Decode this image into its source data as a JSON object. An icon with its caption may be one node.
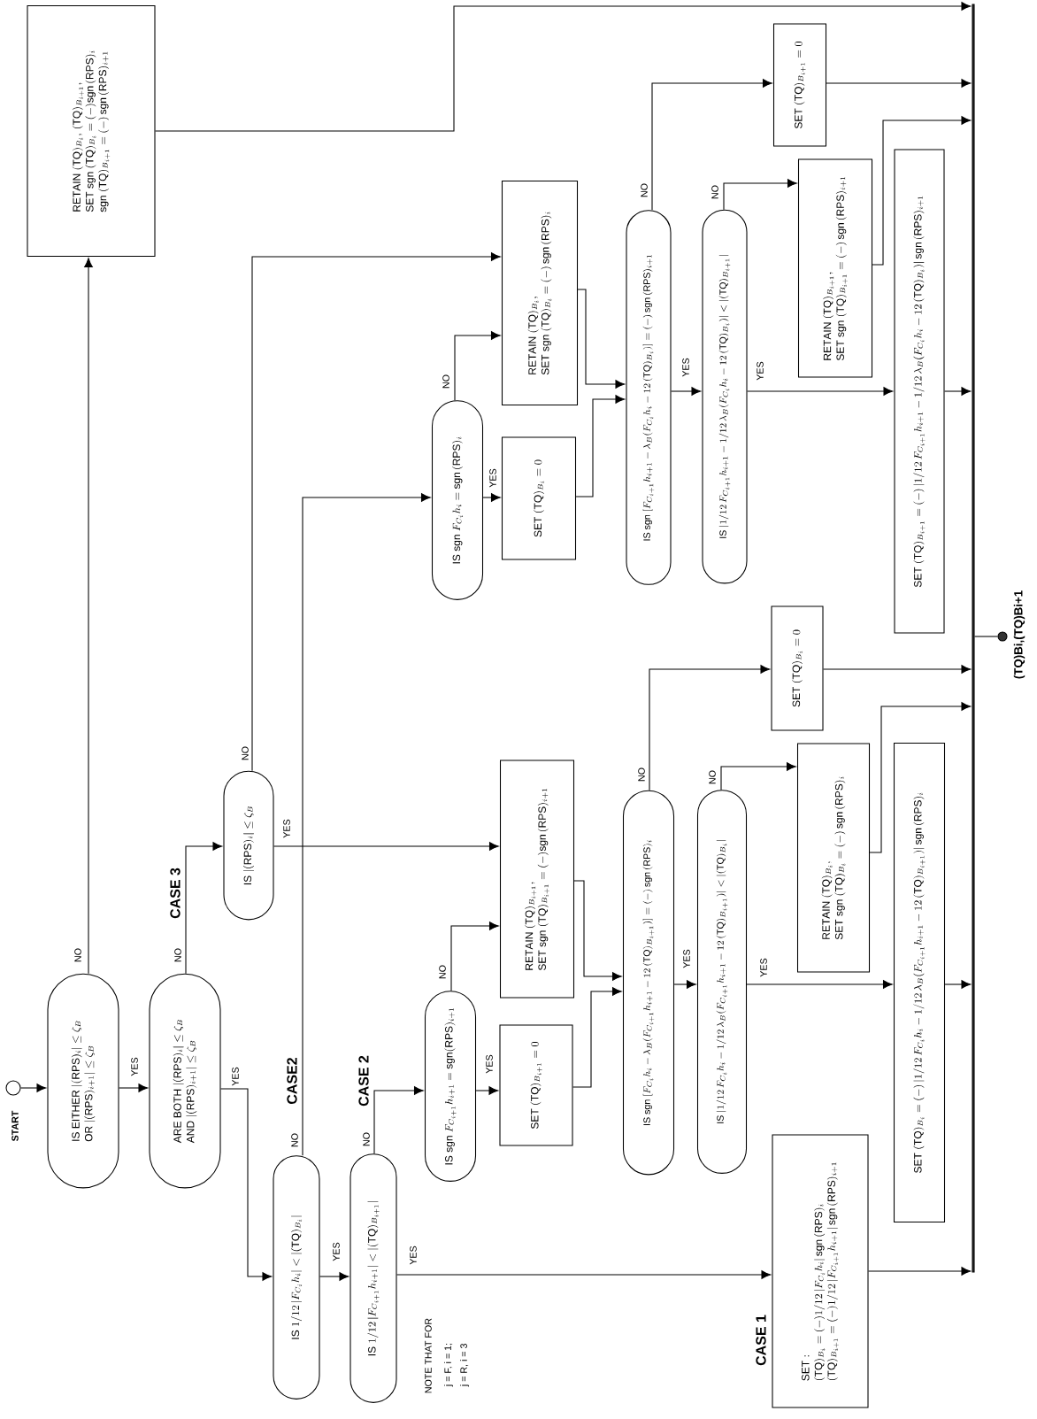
{
  "diagram": {
    "nodes": [
      {
        "text": [],
        "shape": "circle",
        "beside": [
          "START"
        ]
      },
      {
        "text": [
          "\\mathrm{IS~EITHER}~|(\\mathrm{RPS})_i| \\le \\zeta_B",
          "\\mathrm{OR}~|(\\mathrm{RPS})_{i+1}| \\le \\zeta_B"
        ]
      },
      {
        "text": [
          "\\mathrm{ARE~BOTH}~|(\\mathrm{RPS})_i| \\le \\zeta_B",
          "\\mathrm{AND}~|(\\mathrm{RPS})_{i+1}| \\le \\zeta_B"
        ]
      },
      {
        "text": [
          "\\mathrm{IS}~1/12\\,|F_{C_i} h_i| < |(\\mathrm{TQ})_{B_i}|"
        ]
      },
      {
        "text": [
          "\\mathrm{IS}~1/12\\,|F_{C_{i+1}} h_{i+1}| < |(\\mathrm{TQ})_{B_{i+1}}|"
        ]
      },
      {
        "text": [
          "\\mathrm{IS}~|(\\mathrm{RPS})_i| \\le \\zeta_B"
        ]
      },
      {
        "text": [
          "\\mathrm{RETAIN}~(\\mathrm{TQ})_{B_i},\\,(\\mathrm{TQ})_{B_{i+1}},",
          "\\mathrm{SET~sgn}~(\\mathrm{TQ})_{B_i} = (-)\\mathrm{sgn}\\,(\\mathrm{RPS})_i",
          "\\mathrm{sgn}~(\\mathrm{TQ})_{B_{i+1}} = (-)\\,\\mathrm{sgn}\\,(\\mathrm{RPS})_{i+1}"
        ]
      },
      {
        "text": [
          "\\mathrm{IS~sgn}~F_{C_{i+1}} h_{i+1} = \\mathrm{sgn}(\\mathrm{RPS})_{i+1}"
        ]
      },
      {
        "text": [
          "\\mathrm{SET}~(\\mathrm{TQ})_{B_{i+1}} = 0"
        ]
      },
      {
        "text": [
          "\\mathrm{RETAIN}~(\\mathrm{TQ})_{B_{i+1}},",
          "\\mathrm{SET~sgn}~(\\mathrm{TQ})_{B_{i+1}} = (-)\\mathrm{sgn}\\,(\\mathrm{RPS})_{i+1}"
        ]
      },
      {
        "text": [
          "\\mathrm{IS~sgn}~[F_{C_i} h_i - \\lambda_B (F_{C_{i+1}} h_{i+1} - 12\\,(\\mathrm{TQ})_{B_{i+1}})] = (-)\\,\\mathrm{sgn}\\,(\\mathrm{RPS})_i"
        ]
      },
      {
        "text": [
          "\\mathrm{IS}~|1/12\\,F_{C_i} h_i - 1/12\\,\\lambda_B (F_{C_{i+1}} h_{i+1} - 12\\,(\\mathrm{TQ})_{B_{i+1}})| < |(\\mathrm{TQ})_{B_i}|"
        ]
      },
      {
        "text": [
          "\\mathrm{SET}~(\\mathrm{TQ})_{B_i} = 0"
        ]
      },
      {
        "text": [
          "\\mathrm{RETAIN}~(\\mathrm{TQ})_{B_i},",
          "\\mathrm{SET~sgn}~(\\mathrm{TQ})_{B_i} = (-)\\,\\mathrm{sgn}\\,(\\mathrm{RPS})_i"
        ]
      },
      {
        "text": [
          "\\mathrm{SET}~(\\mathrm{TQ})_{B_i} = (-)\\,|1/12\\,F_{C_i} h_i - 1/12\\,\\lambda_B (F_{C_{i+1}} h_{i+1} - 12\\,(\\mathrm{TQ})_{B_{i+1}})|\\,\\mathrm{sgn}\\,(\\mathrm{RPS})_i"
        ]
      },
      {
        "beside": [
          "CASE 1"
        ],
        "text": [
          "\\mathrm{SET:}",
          "(\\mathrm{TQ})_{B_i} = (-)1/12\\,|F_{C_i} h_i|\\,\\mathrm{sgn}\\,(\\mathrm{RPS})_i",
          "(\\mathrm{TQ})_{B_{i+1}} = (-)1/12\\,|F_{C_{i+1}} h_{i+1}|\\,\\mathrm{sgn}\\,(\\mathrm{RPS})_{i+1}"
        ]
      },
      {
        "text": [
          "\\mathrm{IS~sgn}~F_{C_i} h_i = \\mathrm{sgn}\\,(\\mathrm{RPS})_i"
        ]
      },
      {
        "text": [
          "\\mathrm{SET}~(\\mathrm{TQ})_{B_i} = 0"
        ]
      },
      {
        "text": [
          "\\mathrm{RETAIN}~(\\mathrm{TQ})_{B_i},",
          "\\mathrm{SET~sgn}~(\\mathrm{TQ})_{B_i} = (-)\\,\\mathrm{sgn}\\,(\\mathrm{RPS})_i"
        ]
      },
      {
        "text": [
          "\\mathrm{IS~sgn}~[F_{C_{i+1}} h_{i+1} - \\lambda_B (F_{C_i} h_i - 12\\,(\\mathrm{TQ})_{B_i})] = (-)\\,\\mathrm{sgn}\\,(\\mathrm{RPS})_{i+1}"
        ]
      },
      {
        "text": [
          "\\mathrm{IS}~|1/12\\,F_{C_{i+1}} h_{i+1} - 1/12\\,\\lambda_B (F_{C_i} h_i - 12\\,(\\mathrm{TQ})_{B_i})| < |(\\mathrm{TQ})_{B_{i+1}}|"
        ]
      },
      {
        "text": [
          "\\mathrm{SET}~(\\mathrm{TQ})_{B_{i+1}} = 0"
        ]
      },
      {
        "text": [
          "\\mathrm{RETAIN}~(\\mathrm{TQ})_{B_{i+1}},",
          "\\mathrm{SET~sgn}~(\\mathrm{TQ})_{B_{i+1}} = (-)\\,\\mathrm{sgn}\\,(\\mathrm{RPS})_{i+1}"
        ]
      },
      {
        "text": [
          "\\mathrm{SET}~(\\mathrm{TQ})_{B_{i+1}} = (-)\\,|1/12\\,F_{C_{i+1}} h_{i+1} - 1/12\\,\\lambda_B (F_{C_i} h_i - 12\\,(\\mathrm{TQ})_{B_i})|\\,\\mathrm{sgn}\\,(\\mathrm{RPS})_{i+1}"
        ]
      },
      {
        "text": [],
        "shape": "bar"
      },
      {
        "text": [],
        "shape": "circle",
        "beside": [
          "(TQ)Bi,(TQ)Bi+1"
        ]
      }
    ],
    "edges": [
      {
        "from": 0,
        "to": 1,
        "arrow": "to"
      },
      {
        "from": 1,
        "to": 2,
        "arrow": "to",
        "label": "YES"
      },
      {
        "from": 1,
        "to": 6,
        "arrow": "to",
        "label": "NO"
      },
      {
        "from": 2,
        "to": 3,
        "arrow": "to",
        "label": "YES"
      },
      {
        "from": 2,
        "to": 5,
        "arrow": "to",
        "label": "NO"
      },
      {
        "from": 3,
        "to": 4,
        "arrow": "to",
        "label": "YES"
      },
      {
        "from": 3,
        "to": 16,
        "arrow": "to",
        "label": "NO"
      },
      {
        "from": 4,
        "to": 15,
        "arrow": "to",
        "label": "YES"
      },
      {
        "from": 4,
        "to": 7,
        "arrow": "to",
        "label": "NO"
      },
      {
        "from": 5,
        "to": 9,
        "arrow": "to",
        "label": "YES"
      },
      {
        "from": 5,
        "to": 18,
        "arrow": "to",
        "label": "NO"
      },
      {
        "from": 7,
        "to": 8,
        "arrow": "to",
        "label": "YES"
      },
      {
        "from": 7,
        "to": 9,
        "arrow": "to",
        "label": "NO"
      },
      {
        "from": 8,
        "to": 10,
        "arrow": "to"
      },
      {
        "from": 9,
        "to": 10,
        "arrow": "to"
      },
      {
        "from": 10,
        "to": 11,
        "arrow": "to",
        "label": "YES"
      },
      {
        "from": 10,
        "to": 12,
        "arrow": "to",
        "label": "NO"
      },
      {
        "from": 11,
        "to": 14,
        "arrow": "to",
        "label": "YES"
      },
      {
        "from": 11,
        "to": 13,
        "arrow": "to",
        "label": "NO"
      },
      {
        "from": 12,
        "to": 24,
        "arrow": "to"
      },
      {
        "from": 13,
        "to": 24,
        "arrow": "to"
      },
      {
        "from": 14,
        "to": 24,
        "arrow": "to"
      },
      {
        "from": 15,
        "to": 24,
        "arrow": "to"
      },
      {
        "from": 16,
        "to": 17,
        "arrow": "to",
        "label": "YES"
      },
      {
        "from": 16,
        "to": 18,
        "arrow": "to",
        "label": "NO"
      },
      {
        "from": 17,
        "to": 19,
        "arrow": "to"
      },
      {
        "from": 18,
        "to": 19,
        "arrow": "to"
      },
      {
        "from": 19,
        "to": 20,
        "arrow": "to",
        "label": "YES"
      },
      {
        "from": 19,
        "to": 21,
        "arrow": "to",
        "label": "NO"
      },
      {
        "from": 20,
        "to": 23,
        "arrow": "to",
        "label": "YES"
      },
      {
        "from": 20,
        "to": 22,
        "arrow": "to",
        "label": "NO"
      },
      {
        "from": 21,
        "to": 24,
        "arrow": "to"
      },
      {
        "from": 22,
        "to": 24,
        "arrow": "to"
      },
      {
        "from": 23,
        "to": 24,
        "arrow": "to"
      },
      {
        "from": 6,
        "to": 24,
        "arrow": "to"
      },
      {
        "from": 24,
        "to": 25,
        "arrow": "none"
      }
    ],
    "labels": [
      "CASE2",
      "CASE 2",
      "CASE 3",
      "NOTE THAT FOR",
      "j = F, i = 1;",
      "j = R, i = 3"
    ]
  }
}
